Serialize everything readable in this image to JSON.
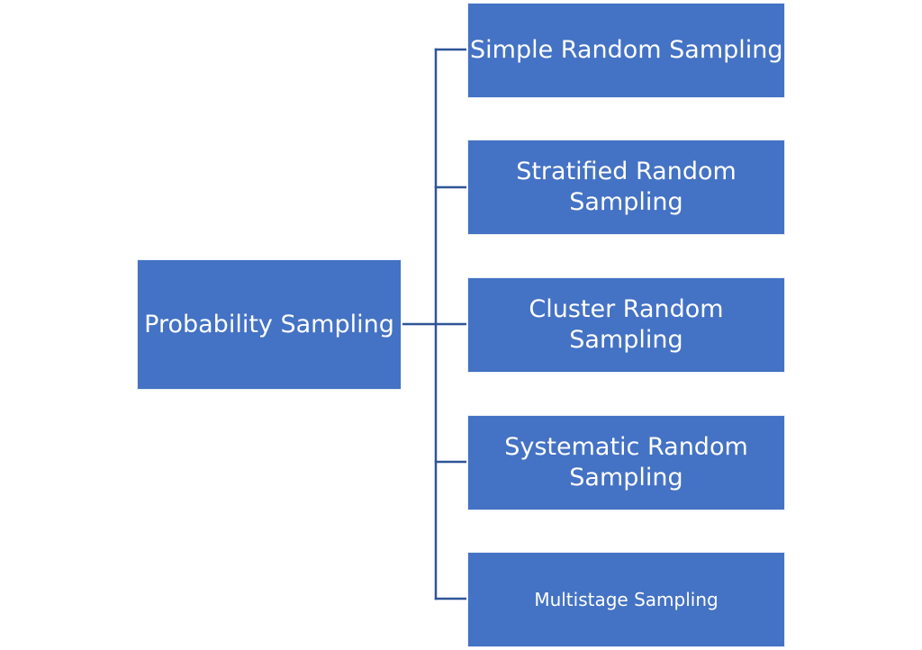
{
  "diagram": {
    "root": {
      "label": "Probability Sampling"
    },
    "children": [
      {
        "label": "Simple Random Sampling"
      },
      {
        "label": "Stratified Random Sampling"
      },
      {
        "label": "Cluster Random Sampling"
      },
      {
        "label": "Systematic Random Sampling"
      },
      {
        "label": "Multistage Sampling"
      }
    ]
  },
  "colors": {
    "box_fill": "#4472C4",
    "connector": "#2F5597"
  }
}
